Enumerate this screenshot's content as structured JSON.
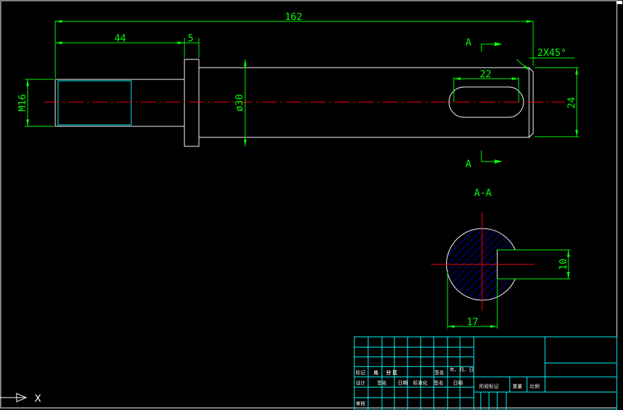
{
  "dimensions": {
    "overall_length": "162",
    "thread_length": "44",
    "collar_width": "5",
    "thread_callout": "M16",
    "shaft_diameter": "ø30",
    "key_length": "22",
    "flat_height": "24",
    "chamfer": "2X45°",
    "section_flat_width": "10",
    "section_depth": "17"
  },
  "labels": {
    "section_mark_top": "A",
    "section_mark_bottom": "A",
    "section_title": "A-A"
  },
  "title_block": {
    "row_mark": "标记",
    "row_mark_val1": "处",
    "row_mark_val2": "分 区",
    "row_sign": "签名",
    "row_date_stack": "年、月、日",
    "row_design": "设计",
    "row_design_sign": "签名",
    "row_design_date": "日期",
    "row_standard": "标准化",
    "row_sign2": "签名",
    "row_date2": "日期",
    "row_review": "审核",
    "stage_mark": "阶段标记",
    "weight": "重量",
    "scale": "比例"
  },
  "ucs": {
    "axis_label": "X"
  },
  "colors": {
    "background": "#000000",
    "outline": "#ffffff",
    "dimension": "#00ff00",
    "centerline": "#ff0000",
    "section_mark": "#00ff00",
    "hatch": "#0000ff",
    "title_block": "#00ffff",
    "thread": "#00ffff"
  }
}
